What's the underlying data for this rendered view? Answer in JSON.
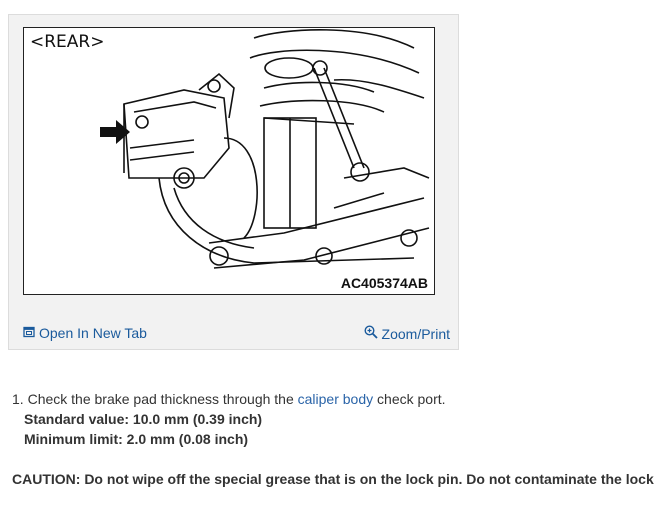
{
  "figure": {
    "view_label": "<REAR>",
    "part_code": "AC405374AB",
    "open_tab_label": "Open In New Tab",
    "zoom_label": "Zoom/Print",
    "accent_color": "#1a5a9c"
  },
  "instructions": {
    "step_number": "1.",
    "step_text_before": "Check the brake pad thickness through the",
    "step_link": "caliper body",
    "step_text_after": "check port.",
    "standard_value": "Standard value: 10.0 mm (0.39 inch)",
    "minimum_limit": "Minimum limit: 2.0 mm (0.08 inch)",
    "caution": "CAUTION: Do not wipe off the special grease that is on the lock pin. Do not contaminate the lock pin."
  }
}
